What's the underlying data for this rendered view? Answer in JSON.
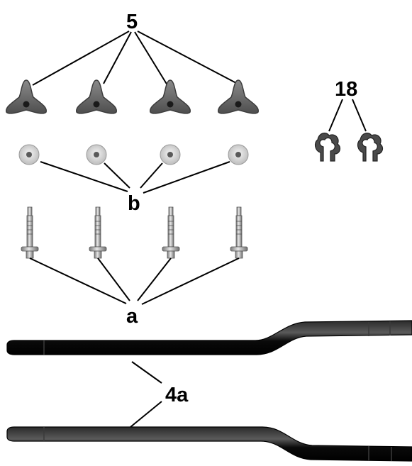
{
  "labels": {
    "knobs": "5",
    "clips": "18",
    "washers": "b",
    "bolts": "a",
    "handlebars": "4a"
  },
  "parts": {
    "knob_count": 4,
    "washer_count": 4,
    "bolt_count": 4,
    "clip_count": 2,
    "handlebar_count": 2
  },
  "colors": {
    "knob_fill": "#6b6b6b",
    "knob_edge": "#3c3c3c",
    "washer_ring": "#dcdcdc",
    "bolt_metal": "#b8b8b8",
    "clip_fill": "#4a4a4a",
    "handlebar": "#0c0c0c",
    "leader_line": "#000000"
  }
}
